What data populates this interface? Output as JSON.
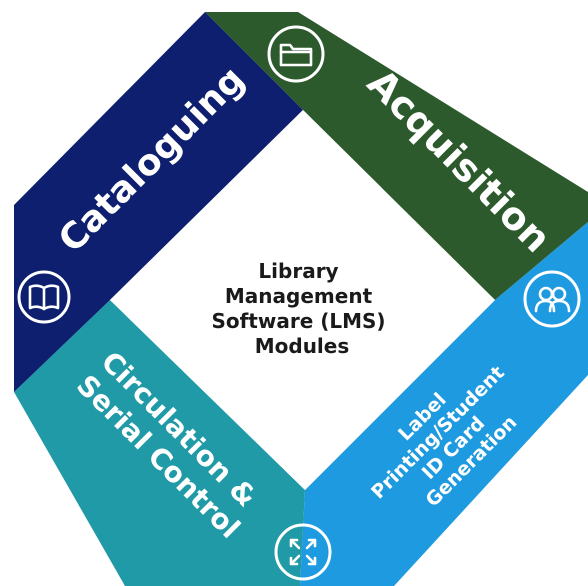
{
  "center": {
    "lines": [
      "Library",
      "Management",
      "Software (LMS)",
      "Modules"
    ]
  },
  "modules": {
    "cataloguing": {
      "label": "Cataloguing",
      "color": "#0d1f6e",
      "icon": "open-book-icon"
    },
    "acquisition": {
      "label": "Acquisition",
      "color": "#2d5a2d",
      "icon": "folder-icon"
    },
    "label_printing": {
      "lines": [
        "Label",
        "Printing/Student",
        "ID Card",
        "Generation"
      ],
      "color": "#1e9ae0",
      "icon": "people-icon"
    },
    "circulation": {
      "lines": [
        "Circulation &",
        "Serial Control"
      ],
      "color": "#1f9aa6",
      "icon": "expand-arrows-icon"
    }
  }
}
